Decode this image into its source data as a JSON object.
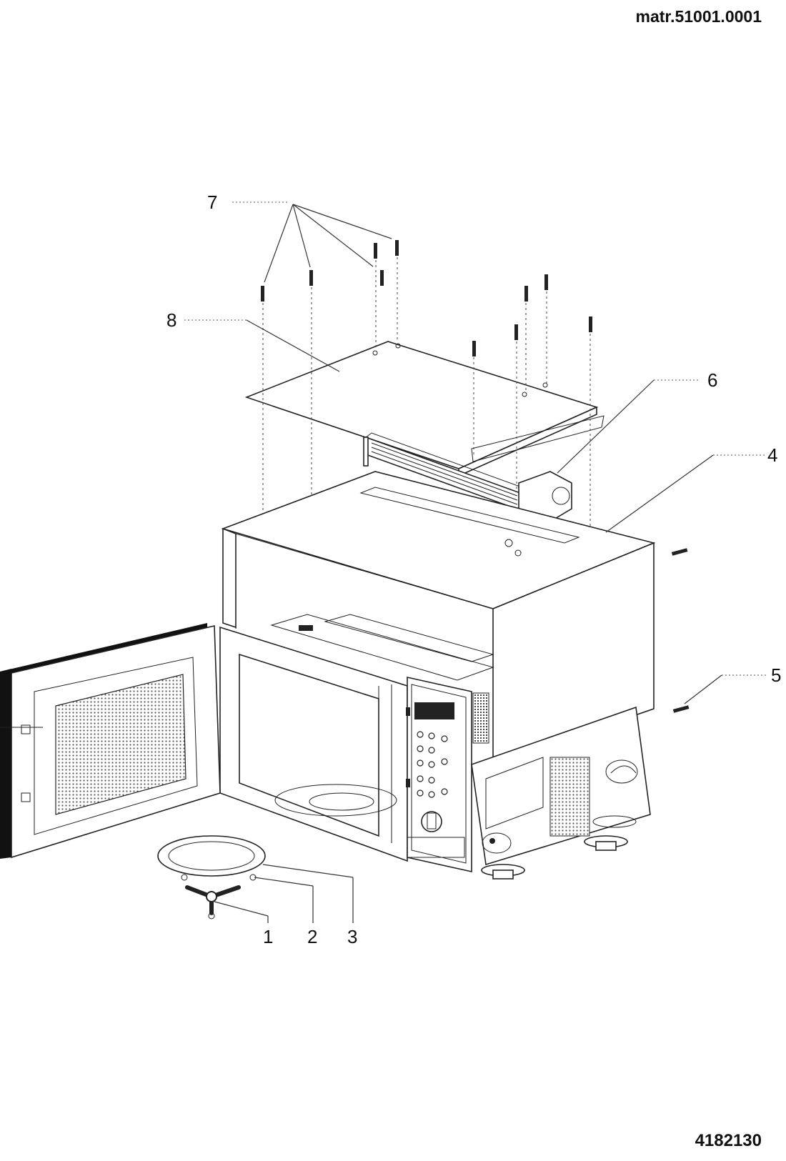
{
  "header": {
    "doc_code": "matr.51001.0001"
  },
  "footer": {
    "doc_number": "4182130"
  },
  "callouts": [
    {
      "id": "1",
      "label": "1"
    },
    {
      "id": "2",
      "label": "2"
    },
    {
      "id": "3",
      "label": "3"
    },
    {
      "id": "4",
      "label": "4"
    },
    {
      "id": "5",
      "label": "5"
    },
    {
      "id": "6",
      "label": "6"
    },
    {
      "id": "7",
      "label": "7"
    },
    {
      "id": "8",
      "label": "8"
    }
  ]
}
